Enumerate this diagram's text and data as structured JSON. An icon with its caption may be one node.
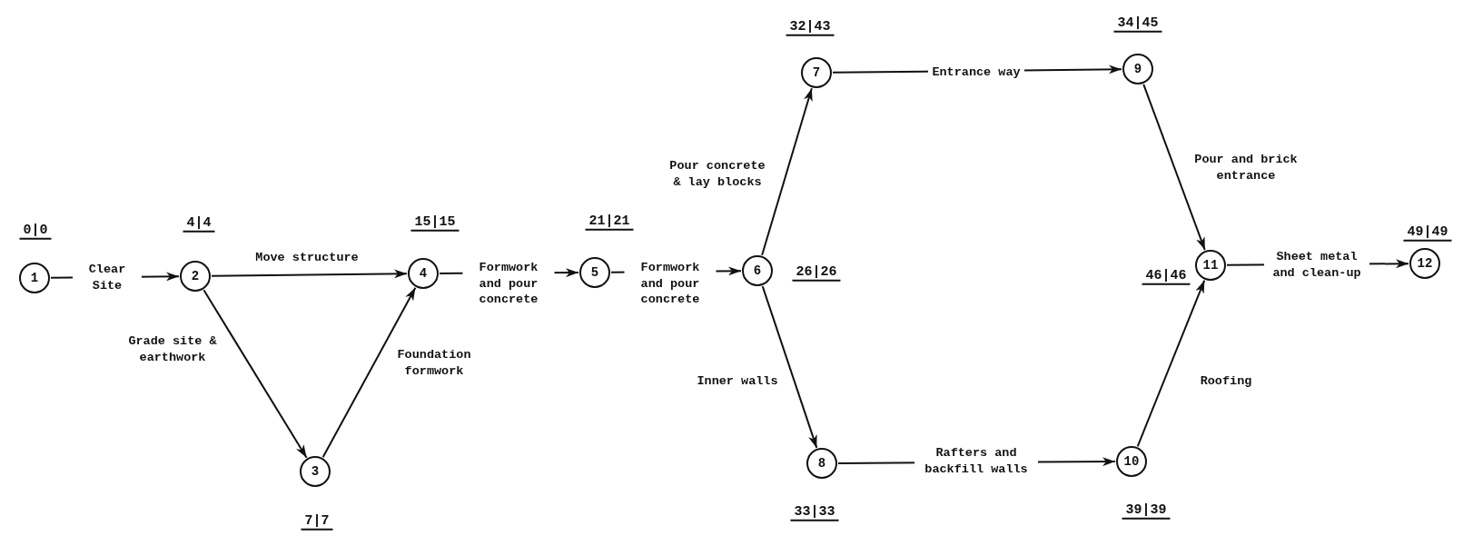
{
  "diagram": {
    "nodes": [
      {
        "text": [
          "1"
        ],
        "beside": [
          "0|0"
        ]
      },
      {
        "text": [
          "2"
        ],
        "beside": [
          "4|4"
        ]
      },
      {
        "text": [
          "3"
        ],
        "beside": [
          "7|7"
        ]
      },
      {
        "text": [
          "4"
        ],
        "beside": [
          "15|15"
        ]
      },
      {
        "text": [
          "5"
        ],
        "beside": [
          "21|21"
        ]
      },
      {
        "text": [
          "6"
        ],
        "beside": [
          "26|26"
        ]
      },
      {
        "text": [
          "7"
        ],
        "beside": [
          "32|43"
        ]
      },
      {
        "text": [
          "8"
        ],
        "beside": [
          "33|33"
        ]
      },
      {
        "text": [
          "9"
        ],
        "beside": [
          "34|45"
        ]
      },
      {
        "text": [
          "10"
        ],
        "beside": [
          "39|39"
        ]
      },
      {
        "text": [
          "11"
        ],
        "beside": [
          "46|46"
        ]
      },
      {
        "text": [
          "12"
        ],
        "beside": [
          "49|49"
        ]
      }
    ],
    "edges": [
      {
        "from": 0,
        "to": 1,
        "arrow": "to",
        "label": "Clear Site"
      },
      {
        "from": 1,
        "to": 3,
        "arrow": "to",
        "label": "Move structure"
      },
      {
        "from": 1,
        "to": 2,
        "arrow": "to",
        "label": "Grade site & earthwork"
      },
      {
        "from": 2,
        "to": 3,
        "arrow": "to",
        "label": "Foundation formwork"
      },
      {
        "from": 3,
        "to": 4,
        "arrow": "to",
        "label": "Formwork and pour concrete"
      },
      {
        "from": 4,
        "to": 5,
        "arrow": "to",
        "label": "Formwork and pour concrete"
      },
      {
        "from": 5,
        "to": 6,
        "arrow": "to",
        "label": "Pour concrete & lay blocks"
      },
      {
        "from": 5,
        "to": 7,
        "arrow": "to",
        "label": "Inner walls"
      },
      {
        "from": 6,
        "to": 8,
        "arrow": "to",
        "label": "Entrance way"
      },
      {
        "from": 7,
        "to": 9,
        "arrow": "to",
        "label": "Rafters and backfill walls"
      },
      {
        "from": 8,
        "to": 10,
        "arrow": "to",
        "label": "Pour and brick entrance"
      },
      {
        "from": 9,
        "to": 10,
        "arrow": "to",
        "label": "Roofing"
      },
      {
        "from": 10,
        "to": 11,
        "arrow": "to",
        "label": "Sheet metal and clean-up"
      }
    ]
  }
}
